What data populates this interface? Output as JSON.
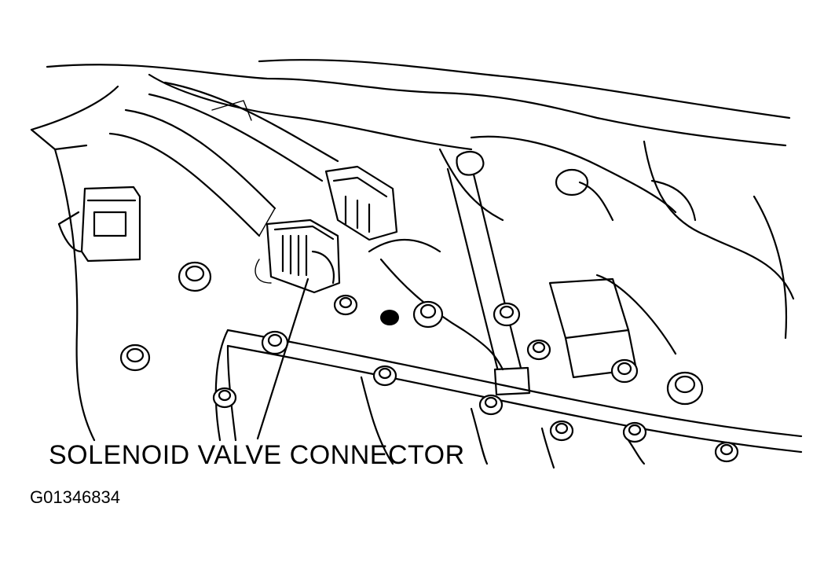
{
  "diagram": {
    "callout_label": "SOLENOID VALVE CONNECTOR",
    "figure_id": "G01346834",
    "parts": [
      "connector-left",
      "wire-harness",
      "solenoid-valve-connector",
      "upper-connector",
      "bracket",
      "bolts",
      "oil-pan-flange"
    ]
  }
}
